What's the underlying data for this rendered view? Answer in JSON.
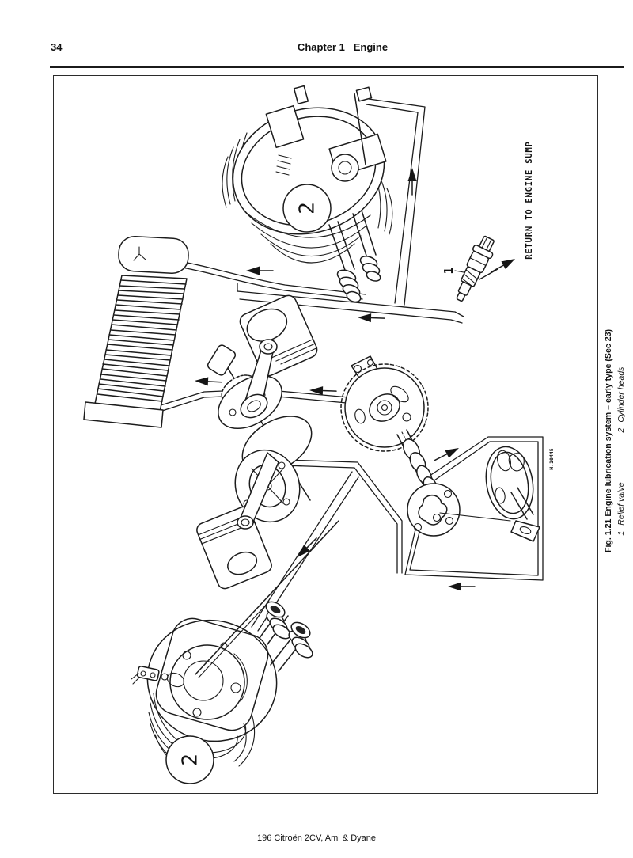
{
  "page": {
    "number": "34",
    "chapter_header": "Chapter 1   Engine",
    "footer": "196 Citroën 2CV, Ami & Dyane"
  },
  "figure": {
    "caption": "Fig. 1.21 Engine lubrication system – early type (Sec 23)",
    "legend_items": [
      {
        "num": "1",
        "label": "Relief valve"
      },
      {
        "num": "2",
        "label": "Cylinder heads"
      }
    ],
    "labels": {
      "return_line": "RETURN TO ENGINE SUMP",
      "relief_valve_num": "1",
      "cylinder_head_top_num": "2",
      "cylinder_head_bottom_num": "2",
      "drawing_code": "H.10445"
    }
  }
}
